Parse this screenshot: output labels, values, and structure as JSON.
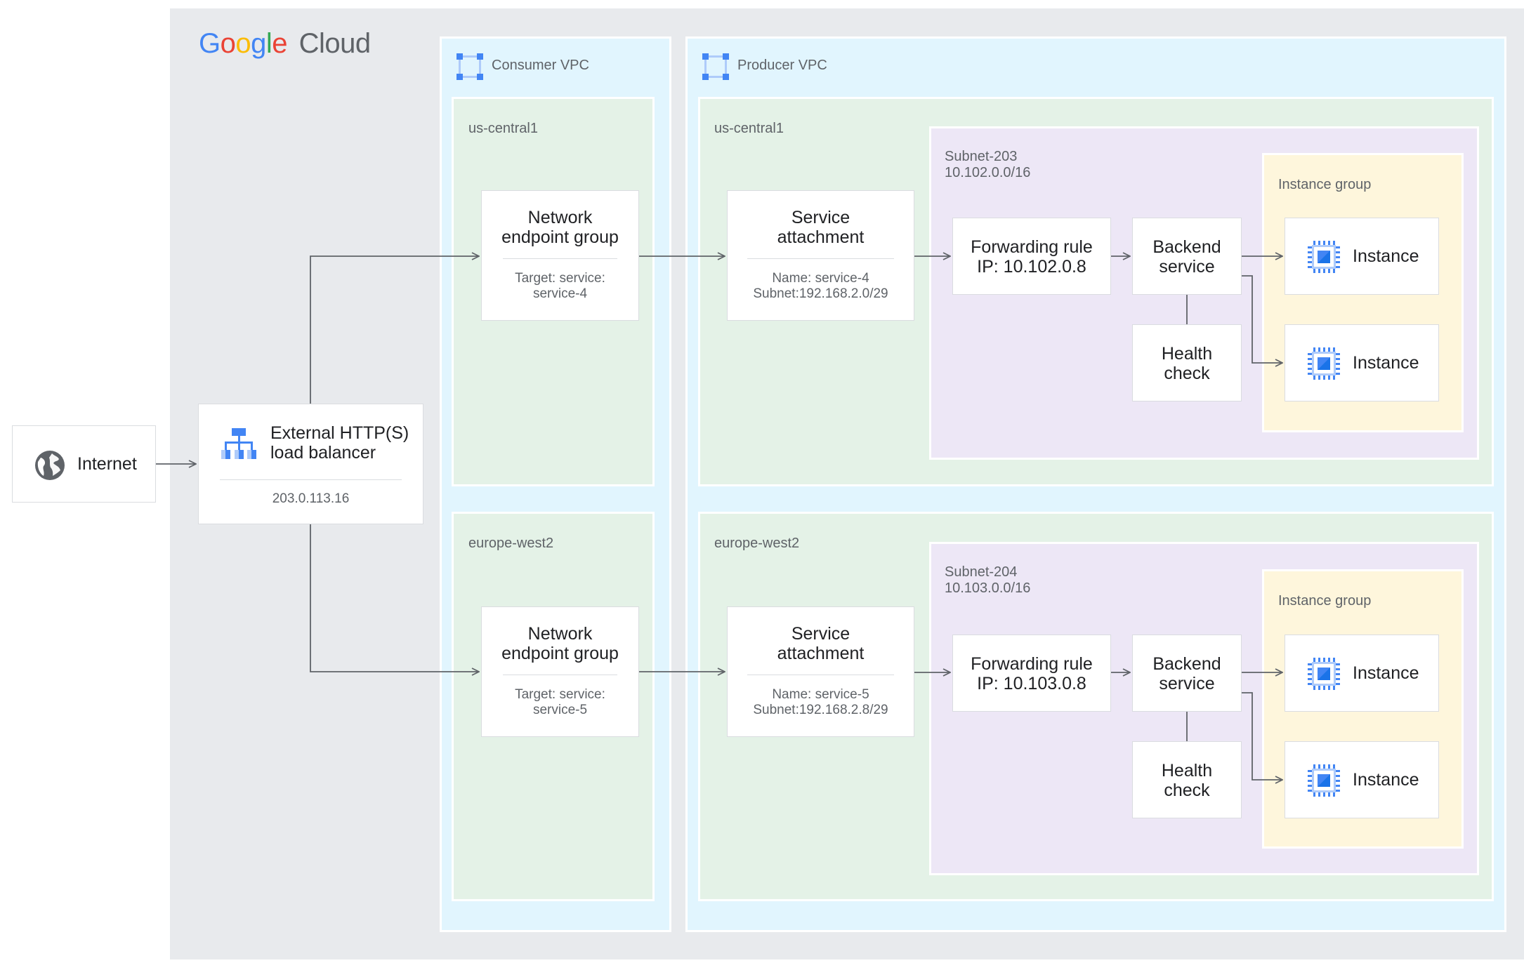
{
  "brand": {
    "google": [
      "G",
      "o",
      "o",
      "g",
      "l",
      "e"
    ],
    "google_colors": [
      "#4285F4",
      "#EA4335",
      "#FBBC05",
      "#4285F4",
      "#34A853",
      "#EA4335"
    ],
    "cloud": "Cloud",
    "cloud_color": "#5f6368"
  },
  "internet": {
    "label": "Internet",
    "icon": "globe-icon"
  },
  "load_balancer": {
    "title_line1": "External HTTP(S)",
    "title_line2": "load balancer",
    "ip": "203.0.113.16",
    "icon": "load-balancer-icon"
  },
  "consumer_vpc": {
    "label": "Consumer VPC",
    "icon": "vpc-icon",
    "regions": [
      {
        "name": "us-central1",
        "neg": {
          "title_line1": "Network",
          "title_line2": "endpoint group",
          "detail_line1": "Target: service:",
          "detail_line2": "service-4"
        }
      },
      {
        "name": "europe-west2",
        "neg": {
          "title_line1": "Network",
          "title_line2": "endpoint group",
          "detail_line1": "Target: service:",
          "detail_line2": "service-5"
        }
      }
    ]
  },
  "producer_vpc": {
    "label": "Producer VPC",
    "icon": "vpc-icon",
    "regions": [
      {
        "name": "us-central1",
        "service_attachment": {
          "title_line1": "Service",
          "title_line2": "attachment",
          "detail_line1": "Name: service-4",
          "detail_line2": "Subnet:192.168.2.0/29"
        },
        "subnet": {
          "name": "Subnet-203",
          "cidr": "10.102.0.0/16"
        },
        "forwarding_rule": {
          "line1": "Forwarding rule",
          "line2": "IP: 10.102.0.8"
        },
        "backend_service": {
          "line1": "Backend",
          "line2": "service"
        },
        "health_check": {
          "line1": "Health",
          "line2": "check"
        },
        "instance_group": {
          "label": "Instance group",
          "instances": [
            "Instance",
            "Instance"
          ]
        }
      },
      {
        "name": "europe-west2",
        "service_attachment": {
          "title_line1": "Service",
          "title_line2": "attachment",
          "detail_line1": "Name: service-5",
          "detail_line2": "Subnet:192.168.2.8/29"
        },
        "subnet": {
          "name": "Subnet-204",
          "cidr": "10.103.0.0/16"
        },
        "forwarding_rule": {
          "line1": "Forwarding rule",
          "line2": "IP: 10.103.0.8"
        },
        "backend_service": {
          "line1": "Backend",
          "line2": "service"
        },
        "health_check": {
          "line1": "Health",
          "line2": "check"
        },
        "instance_group": {
          "label": "Instance group",
          "instances": [
            "Instance",
            "Instance"
          ]
        }
      }
    ]
  },
  "colors": {
    "arrow": "#5f6368",
    "chip_blue": "#4285F4",
    "chip_light": "#aecbfa"
  }
}
